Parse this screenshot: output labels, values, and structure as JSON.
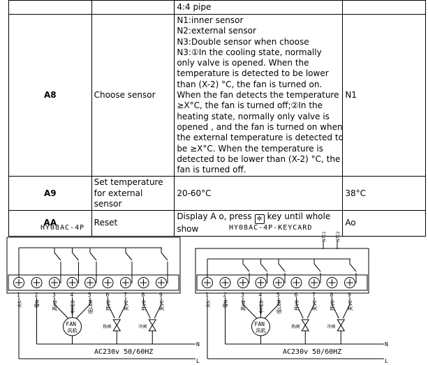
{
  "table": {
    "top_partial": "4:4 pipe",
    "rows": [
      {
        "code": "A8",
        "name": "Choose sensor",
        "range_lines": [
          "N1:inner sensor",
          "N2:external sensor",
          "N3:Double sensor      when choose",
          "N3:①In the cooling state, normally",
          "only valve is opened. When the",
          "temperature is detected to be lower",
          "than (X-2) °C, the fan is turned on.",
          "When the fan detects the temperature",
          "≥X°C, the fan is turned off;②In the",
          "heating state, normally only valve is",
          "opened , and the fan is turned on when",
          "the external temperature is detected to",
          "be ≥X°C. When the temperature is",
          "detected to be lower than (X-2) °C, the",
          "fan is turned off."
        ],
        "default": "N1"
      },
      {
        "code": "A9",
        "name_lines": [
          "Set temperature for external",
          "sensor"
        ],
        "range": "20-60°C",
        "default": "38°C"
      },
      {
        "code": "AA",
        "name": "Reset",
        "range_pre": "Display A o, press",
        "range_post": "key until whole",
        "range_line2": "show",
        "key_icon": "fan-key-icon",
        "default": "Ao"
      }
    ]
  },
  "diagram_left": {
    "title": "HY08AC-4P",
    "terminals": [
      "1",
      "2",
      "3",
      "4",
      "5",
      "6",
      "7",
      "8",
      "9"
    ],
    "labels": [
      "火L",
      "零N",
      "高HI",
      "中MED",
      "低LOW",
      "开VO",
      "关VC",
      "开VO",
      "关VC"
    ],
    "fan_label": "FAN",
    "fan_cn": "风机",
    "heat_valve": "热阀",
    "cool_valve": "冷阀",
    "supply": "AC230v 50/60HZ",
    "n": "N",
    "l": "L"
  },
  "diagram_right": {
    "title": "HY08AC-4P-KEYCARD",
    "ntc1": "NTC1",
    "ntc2": "NTC2",
    "terminals": [
      "1",
      "2",
      "3",
      "4",
      "5",
      "6",
      "7",
      "8",
      "9"
    ],
    "labels": [
      "火L",
      "零N",
      "高HI",
      "中MED",
      "低LOW",
      "开VO",
      "关VC",
      "开VO",
      "关VC"
    ],
    "fan_label": "FAN",
    "fan_cn": "风机",
    "heat_valve": "热阀",
    "cool_valve": "冷阀",
    "supply": "AC230v 50/60HZ",
    "n": "N",
    "l": "L"
  }
}
